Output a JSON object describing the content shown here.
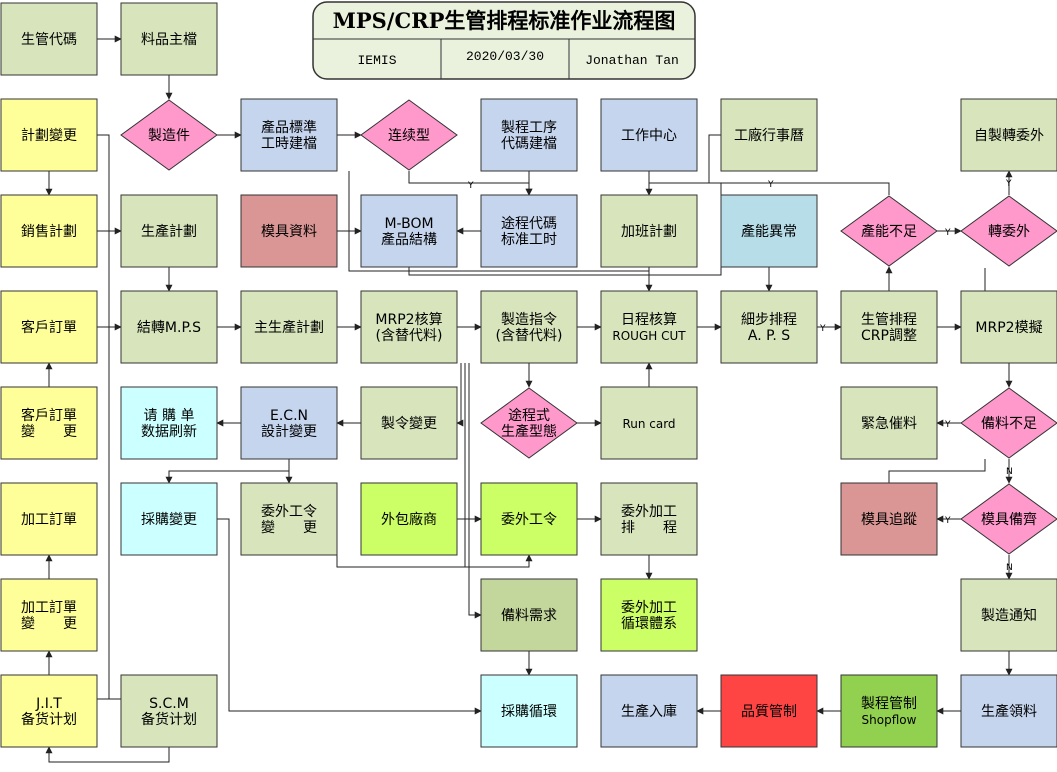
{
  "header": {
    "title": "MPS/CRP生管排程标准作业流程图",
    "org": "IEMIS",
    "date": "2020/03/30",
    "author": "Jonathan Tan"
  },
  "colors": {
    "green": "#d7e4bc",
    "yellow": "#ffff99",
    "blue": "#c5d5ee",
    "pink": "#ff99cc",
    "red_brown": "#d99694",
    "light_blue": "#b7dde8",
    "cyan": "#ccffff",
    "lime": "#ccff66",
    "olive": "#c3d69b",
    "red": "#ff4444",
    "bright_green": "#92d050",
    "stroke": "#333333"
  },
  "nodes": [
    {
      "id": "n1",
      "shape": "rect",
      "color": "green",
      "lines": [
        "生管代碼"
      ]
    },
    {
      "id": "n2",
      "shape": "rect",
      "color": "green",
      "lines": [
        "料品主檔"
      ]
    },
    {
      "id": "n3",
      "shape": "rect",
      "color": "yellow",
      "lines": [
        "計劃變更"
      ]
    },
    {
      "id": "n4",
      "shape": "diamond",
      "color": "pink",
      "lines": [
        "製造件"
      ]
    },
    {
      "id": "n5",
      "shape": "rect",
      "color": "blue",
      "lines": [
        "產品標準",
        "工時建檔"
      ]
    },
    {
      "id": "n6",
      "shape": "diamond",
      "color": "pink",
      "lines": [
        "连续型"
      ]
    },
    {
      "id": "n7",
      "shape": "rect",
      "color": "blue",
      "lines": [
        "製程工序",
        "代碼建檔"
      ]
    },
    {
      "id": "n8",
      "shape": "rect",
      "color": "blue",
      "lines": [
        "工作中心"
      ]
    },
    {
      "id": "n9",
      "shape": "rect",
      "color": "green",
      "lines": [
        "工廠行事曆"
      ]
    },
    {
      "id": "n10",
      "shape": "rect",
      "color": "green",
      "lines": [
        "自製轉委外"
      ]
    },
    {
      "id": "n11",
      "shape": "rect",
      "color": "yellow",
      "lines": [
        "銷售計劃"
      ]
    },
    {
      "id": "n12",
      "shape": "rect",
      "color": "green",
      "lines": [
        "生產計劃"
      ]
    },
    {
      "id": "n13",
      "shape": "rect",
      "color": "red_brown",
      "lines": [
        "模具資料"
      ]
    },
    {
      "id": "n14",
      "shape": "rect",
      "color": "blue",
      "lines": [
        "M-BOM",
        "產品結構"
      ]
    },
    {
      "id": "n15",
      "shape": "rect",
      "color": "blue",
      "lines": [
        "途程代碼",
        "标准工时"
      ]
    },
    {
      "id": "n16",
      "shape": "rect",
      "color": "green",
      "lines": [
        "加班計劃"
      ]
    },
    {
      "id": "n17",
      "shape": "rect",
      "color": "light_blue",
      "lines": [
        "產能異常"
      ]
    },
    {
      "id": "n18",
      "shape": "diamond",
      "color": "pink",
      "lines": [
        "產能不足"
      ]
    },
    {
      "id": "n19",
      "shape": "diamond",
      "color": "pink",
      "lines": [
        "轉委外"
      ]
    },
    {
      "id": "n20",
      "shape": "rect",
      "color": "yellow",
      "lines": [
        "客戶訂單"
      ]
    },
    {
      "id": "n21",
      "shape": "rect",
      "color": "green",
      "lines": [
        "結轉M.P.S"
      ]
    },
    {
      "id": "n22",
      "shape": "rect",
      "color": "green",
      "lines": [
        "主生產計劃"
      ]
    },
    {
      "id": "n23",
      "shape": "rect",
      "color": "green",
      "lines": [
        "MRP2核算",
        "(含替代料)"
      ]
    },
    {
      "id": "n24",
      "shape": "rect",
      "color": "green",
      "lines": [
        "製造指令",
        "(含替代料)"
      ]
    },
    {
      "id": "n25",
      "shape": "rect",
      "color": "green",
      "lines": [
        "日程核算",
        "ROUGH CUT"
      ]
    },
    {
      "id": "n26",
      "shape": "rect",
      "color": "green",
      "lines": [
        "細步排程",
        "A. P. S"
      ]
    },
    {
      "id": "n27",
      "shape": "rect",
      "color": "green",
      "lines": [
        "生管排程",
        "CRP調整"
      ]
    },
    {
      "id": "n28",
      "shape": "rect",
      "color": "green",
      "lines": [
        "MRP2模擬"
      ]
    },
    {
      "id": "n29",
      "shape": "rect",
      "color": "yellow",
      "lines": [
        "客戶訂單",
        "變　　更"
      ]
    },
    {
      "id": "n30",
      "shape": "rect",
      "color": "cyan",
      "lines": [
        "请 購 单",
        "数据刷新"
      ]
    },
    {
      "id": "n31",
      "shape": "rect",
      "color": "blue",
      "lines": [
        "E.C.N",
        "設計變更"
      ]
    },
    {
      "id": "n32",
      "shape": "rect",
      "color": "green",
      "lines": [
        "製令變更"
      ]
    },
    {
      "id": "n33",
      "shape": "diamond",
      "color": "pink",
      "lines": [
        "途程式",
        "生產型態"
      ]
    },
    {
      "id": "n34",
      "shape": "rect",
      "color": "green",
      "lines": [
        "Run card"
      ]
    },
    {
      "id": "n35",
      "shape": "rect",
      "color": "green",
      "lines": [
        "緊急催料"
      ]
    },
    {
      "id": "n36",
      "shape": "diamond",
      "color": "pink",
      "lines": [
        "備料不足"
      ]
    },
    {
      "id": "n37",
      "shape": "rect",
      "color": "yellow",
      "lines": [
        "加工訂單"
      ]
    },
    {
      "id": "n38",
      "shape": "rect",
      "color": "cyan",
      "lines": [
        "採購變更"
      ]
    },
    {
      "id": "n39",
      "shape": "rect",
      "color": "green",
      "lines": [
        "委外工令",
        "變　　更"
      ]
    },
    {
      "id": "n40",
      "shape": "rect",
      "color": "lime",
      "lines": [
        "外包廠商"
      ]
    },
    {
      "id": "n41",
      "shape": "rect",
      "color": "lime",
      "lines": [
        "委外工令"
      ]
    },
    {
      "id": "n42",
      "shape": "rect",
      "color": "green",
      "lines": [
        "委外加工",
        "排　　程"
      ]
    },
    {
      "id": "n43",
      "shape": "rect",
      "color": "red_brown",
      "lines": [
        "模具追蹤"
      ]
    },
    {
      "id": "n44",
      "shape": "diamond",
      "color": "pink",
      "lines": [
        "模具備齊"
      ]
    },
    {
      "id": "n45",
      "shape": "rect",
      "color": "yellow",
      "lines": [
        "加工訂單",
        "變　　更"
      ]
    },
    {
      "id": "n46",
      "shape": "rect",
      "color": "olive",
      "lines": [
        "備料需求"
      ]
    },
    {
      "id": "n47",
      "shape": "rect",
      "color": "lime",
      "lines": [
        "委外加工",
        "循環體系"
      ]
    },
    {
      "id": "n48",
      "shape": "rect",
      "color": "green",
      "lines": [
        "製造通知"
      ]
    },
    {
      "id": "n49",
      "shape": "rect",
      "color": "yellow",
      "lines": [
        "J.I.T",
        "备货计划"
      ]
    },
    {
      "id": "n50",
      "shape": "rect",
      "color": "green",
      "lines": [
        "S.C.M",
        "备货计划"
      ]
    },
    {
      "id": "n51",
      "shape": "rect",
      "color": "cyan",
      "lines": [
        "採購循環"
      ]
    },
    {
      "id": "n52",
      "shape": "rect",
      "color": "blue",
      "lines": [
        "生產入庫"
      ]
    },
    {
      "id": "n53",
      "shape": "rect",
      "color": "red",
      "lines": [
        "品質管制"
      ]
    },
    {
      "id": "n54",
      "shape": "rect",
      "color": "bright_green",
      "lines": [
        "製程管制",
        "Shopflow"
      ]
    },
    {
      "id": "n55",
      "shape": "rect",
      "color": "blue",
      "lines": [
        "生產領料"
      ]
    }
  ],
  "edge_labels": [
    "Y",
    "Y",
    "Y",
    "Y",
    "Y",
    "Y",
    "N",
    "N",
    "Y"
  ]
}
